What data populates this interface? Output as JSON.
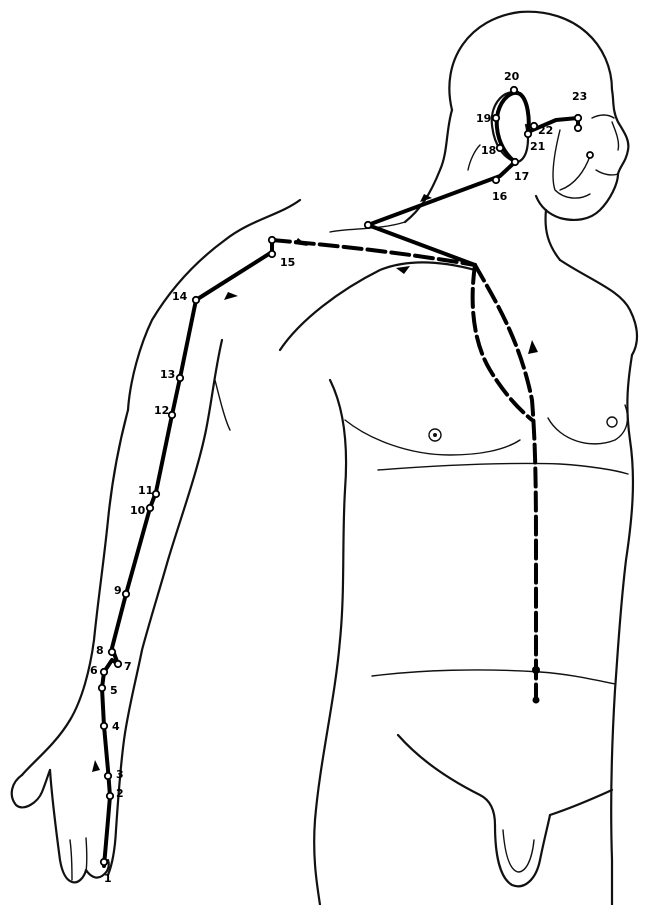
{
  "points": [
    {
      "label": "1"
    },
    {
      "label": "2"
    },
    {
      "label": "3"
    },
    {
      "label": "4"
    },
    {
      "label": "5"
    },
    {
      "label": "6"
    },
    {
      "label": "7"
    },
    {
      "label": "8"
    },
    {
      "label": "9"
    },
    {
      "label": "10"
    },
    {
      "label": "11"
    },
    {
      "label": "12"
    },
    {
      "label": "13"
    },
    {
      "label": "14"
    },
    {
      "label": "15"
    },
    {
      "label": "16"
    },
    {
      "label": "17"
    },
    {
      "label": "18"
    },
    {
      "label": "19"
    },
    {
      "label": "20"
    },
    {
      "label": "21"
    },
    {
      "label": "22"
    },
    {
      "label": "23"
    }
  ]
}
